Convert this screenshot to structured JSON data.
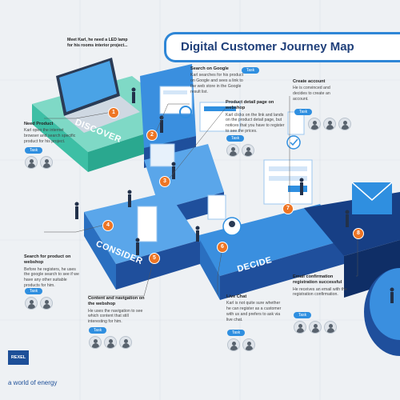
{
  "title": "Digital Customer Journey Map",
  "intro": {
    "text": "Meet Karl, he need a LED lamp for his rooms interior project..."
  },
  "stages": {
    "discover": "DISCOVER",
    "consider": "CONSIDER",
    "decide": "DECIDE"
  },
  "task_label": "Task",
  "steps": [
    {
      "number": "1",
      "heading": "Need Product",
      "text": "Karl open the internet browser and search specific product for his project."
    },
    {
      "number": "2",
      "heading": "Search on Google",
      "text": "Karl searches for his product on Google and sees a link to the web store in the Google result list."
    },
    {
      "number": "3",
      "heading": "Product detail page on webshop",
      "text": "Karl clicks on the link and lands on the product detail page, but notices that you have to register to see the prices."
    },
    {
      "number": "4",
      "heading": "Search for product on webshop",
      "text": "Before he registers, he uses the google search to see if we have any other suitable products for him."
    },
    {
      "number": "5",
      "heading": "Content and navigation on the webshop",
      "text": "He uses the navigation to see which content that still interesting for him."
    },
    {
      "number": "6",
      "heading": "Live Chat",
      "text": "Karl is not quite sure whether he can register as a customer with us and prefers to ask via live chat."
    },
    {
      "number": "7",
      "heading": "Create account",
      "text": "He is convinced and decides to create an account."
    },
    {
      "number": "8",
      "heading": "Email confirmation registration successful",
      "text": "He receives an email with the registration confirmation."
    }
  ],
  "brand": {
    "logo": "REXEL",
    "tagline": "a world of energy"
  },
  "colors": {
    "accent": "#2f8fe0",
    "step": "#ee7524",
    "path_dark": "#1f4f9c",
    "path_light": "#3a8fdf",
    "discover_green": "#3dbfa5",
    "title": "#1f3f7a"
  }
}
